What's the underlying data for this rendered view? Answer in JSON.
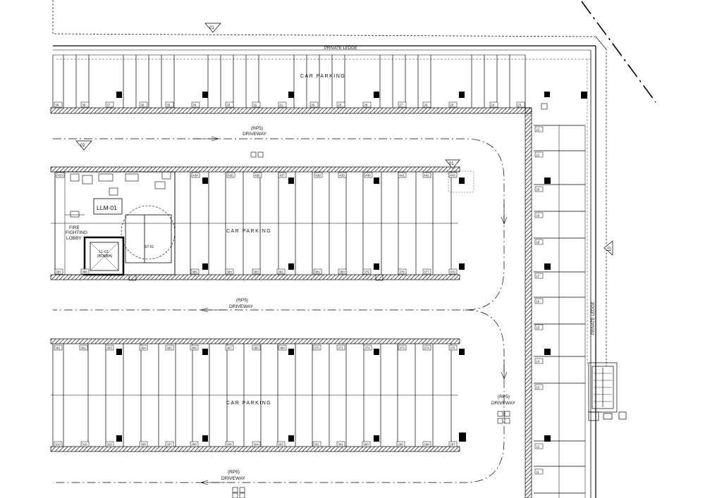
{
  "labels": {
    "private_ledge_top": "PRIVATE LEDGE",
    "private_ledge_right": "PRIVATE LEDGE",
    "car_parking": "CAR PARKING",
    "rp5": "(RP5)",
    "driveway": "DRIVEWAY",
    "fire_fighting_lobby": [
      "FIRE",
      "FIGHTING",
      "LOBBY"
    ],
    "llm": "LLM-01",
    "stair": "ST-01",
    "lift": [
      "LL-01",
      "(BOMBA)"
    ]
  },
  "section_markers": {
    "top": "01",
    "left": "02",
    "mid": "01",
    "right": "10"
  },
  "stalls": {
    "row1": [
      "38",
      "38",
      "37",
      "36",
      "35",
      "34",
      "33",
      "32",
      "31",
      "30",
      "29",
      "28",
      "27",
      "26",
      "25",
      "24",
      "23"
    ],
    "row2": [
      "433",
      "",
      "",
      "",
      "",
      "",
      "434",
      "435",
      "436",
      "437",
      "438",
      "439",
      "440",
      "441",
      "442",
      "443"
    ],
    "row3": [
      "387",
      "386",
      "385",
      "384",
      "383",
      "382",
      "381",
      "380",
      "379",
      "378",
      "377",
      "376"
    ],
    "row4": [
      "361",
      "362",
      "363",
      "364",
      "365",
      "366",
      "367",
      "368",
      "369",
      "370",
      "371",
      "372",
      "373",
      "374",
      "375"
    ],
    "row5": [
      "310",
      "316",
      "320",
      "308",
      "307",
      "306",
      "305",
      "304",
      "303",
      "302",
      "301",
      "300",
      "299",
      "298",
      "297"
    ],
    "col": [
      "22",
      "21",
      "20",
      "19",
      "18",
      "17",
      "16",
      "15",
      "14",
      "13",
      "12",
      "11"
    ]
  },
  "colors": {
    "line": "#000000",
    "dash": "#333333",
    "hatch": "#000000"
  }
}
